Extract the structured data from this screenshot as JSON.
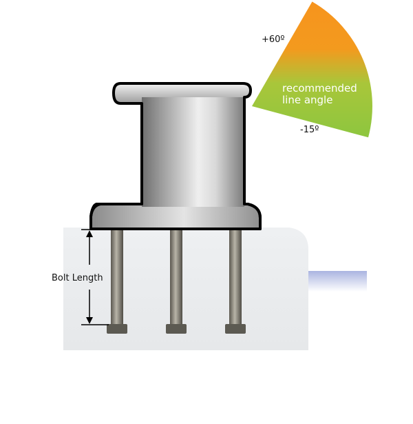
{
  "labels": {
    "angle_upper": "+60º",
    "angle_lower": "-15º",
    "recommended_line_1": "recommended",
    "recommended_line_2": "line angle",
    "bolt_length": "Bolt Length"
  },
  "angles": {
    "upper_deg": 60,
    "lower_deg": -15
  },
  "bolts": {
    "count": 3
  },
  "colors": {
    "wedge_top": "#f7941d",
    "wedge_bottom": "#8dc63f",
    "label_text": "#ffffff",
    "annotation_text": "#111111",
    "outline": "#000000",
    "dock": "#e9ecef",
    "water": "#aab4e0"
  }
}
